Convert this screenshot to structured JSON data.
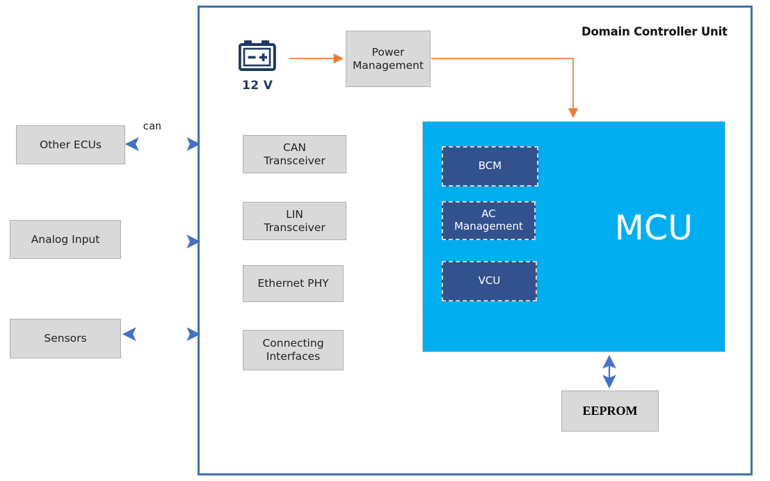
{
  "frame": {
    "title": "Domain Controller Unit",
    "border_color": "#41729F"
  },
  "power": {
    "battery_label": "12 V",
    "battery_icon": "car-battery-icon",
    "power_management_label": "Power\nManagement",
    "supply_arrow_color": "#ED7D31"
  },
  "external_blocks": [
    {
      "name": "other-ecus",
      "label": "Other ECUs",
      "link": "bidirectional",
      "bus_label": "can"
    },
    {
      "name": "analog-input",
      "label": "Analog Input",
      "link": "unidirectional",
      "bus_label": ""
    },
    {
      "name": "sensors",
      "label": "Sensors",
      "link": "bidirectional",
      "bus_label": ""
    }
  ],
  "interface_blocks": [
    {
      "name": "can-transceiver",
      "label": "CAN\nTransceiver"
    },
    {
      "name": "lin-transceiver",
      "label": "LIN\nTransceiver"
    },
    {
      "name": "ethernet-phy",
      "label": "Ethernet PHY"
    },
    {
      "name": "connecting-interfaces",
      "label": "Connecting\nInterfaces"
    }
  ],
  "mcu": {
    "label": "MCU",
    "fill_color": "#00AEEF",
    "submodule_color": "#32518D",
    "submodules": [
      {
        "name": "bcm",
        "label": "BCM"
      },
      {
        "name": "ac-management",
        "label": "AC\nManagement"
      },
      {
        "name": "vcu",
        "label": "VCU"
      }
    ]
  },
  "memory": {
    "label": "EEPROM",
    "link": "bidirectional",
    "link_color": "#4472C4"
  },
  "colors": {
    "grey_block": "#D9D9D9",
    "grey_block_border": "#AFAFAF",
    "arrow_blue": "#4472C4",
    "arrow_orange": "#ED7D31",
    "battery_navy": "#1F3864"
  }
}
